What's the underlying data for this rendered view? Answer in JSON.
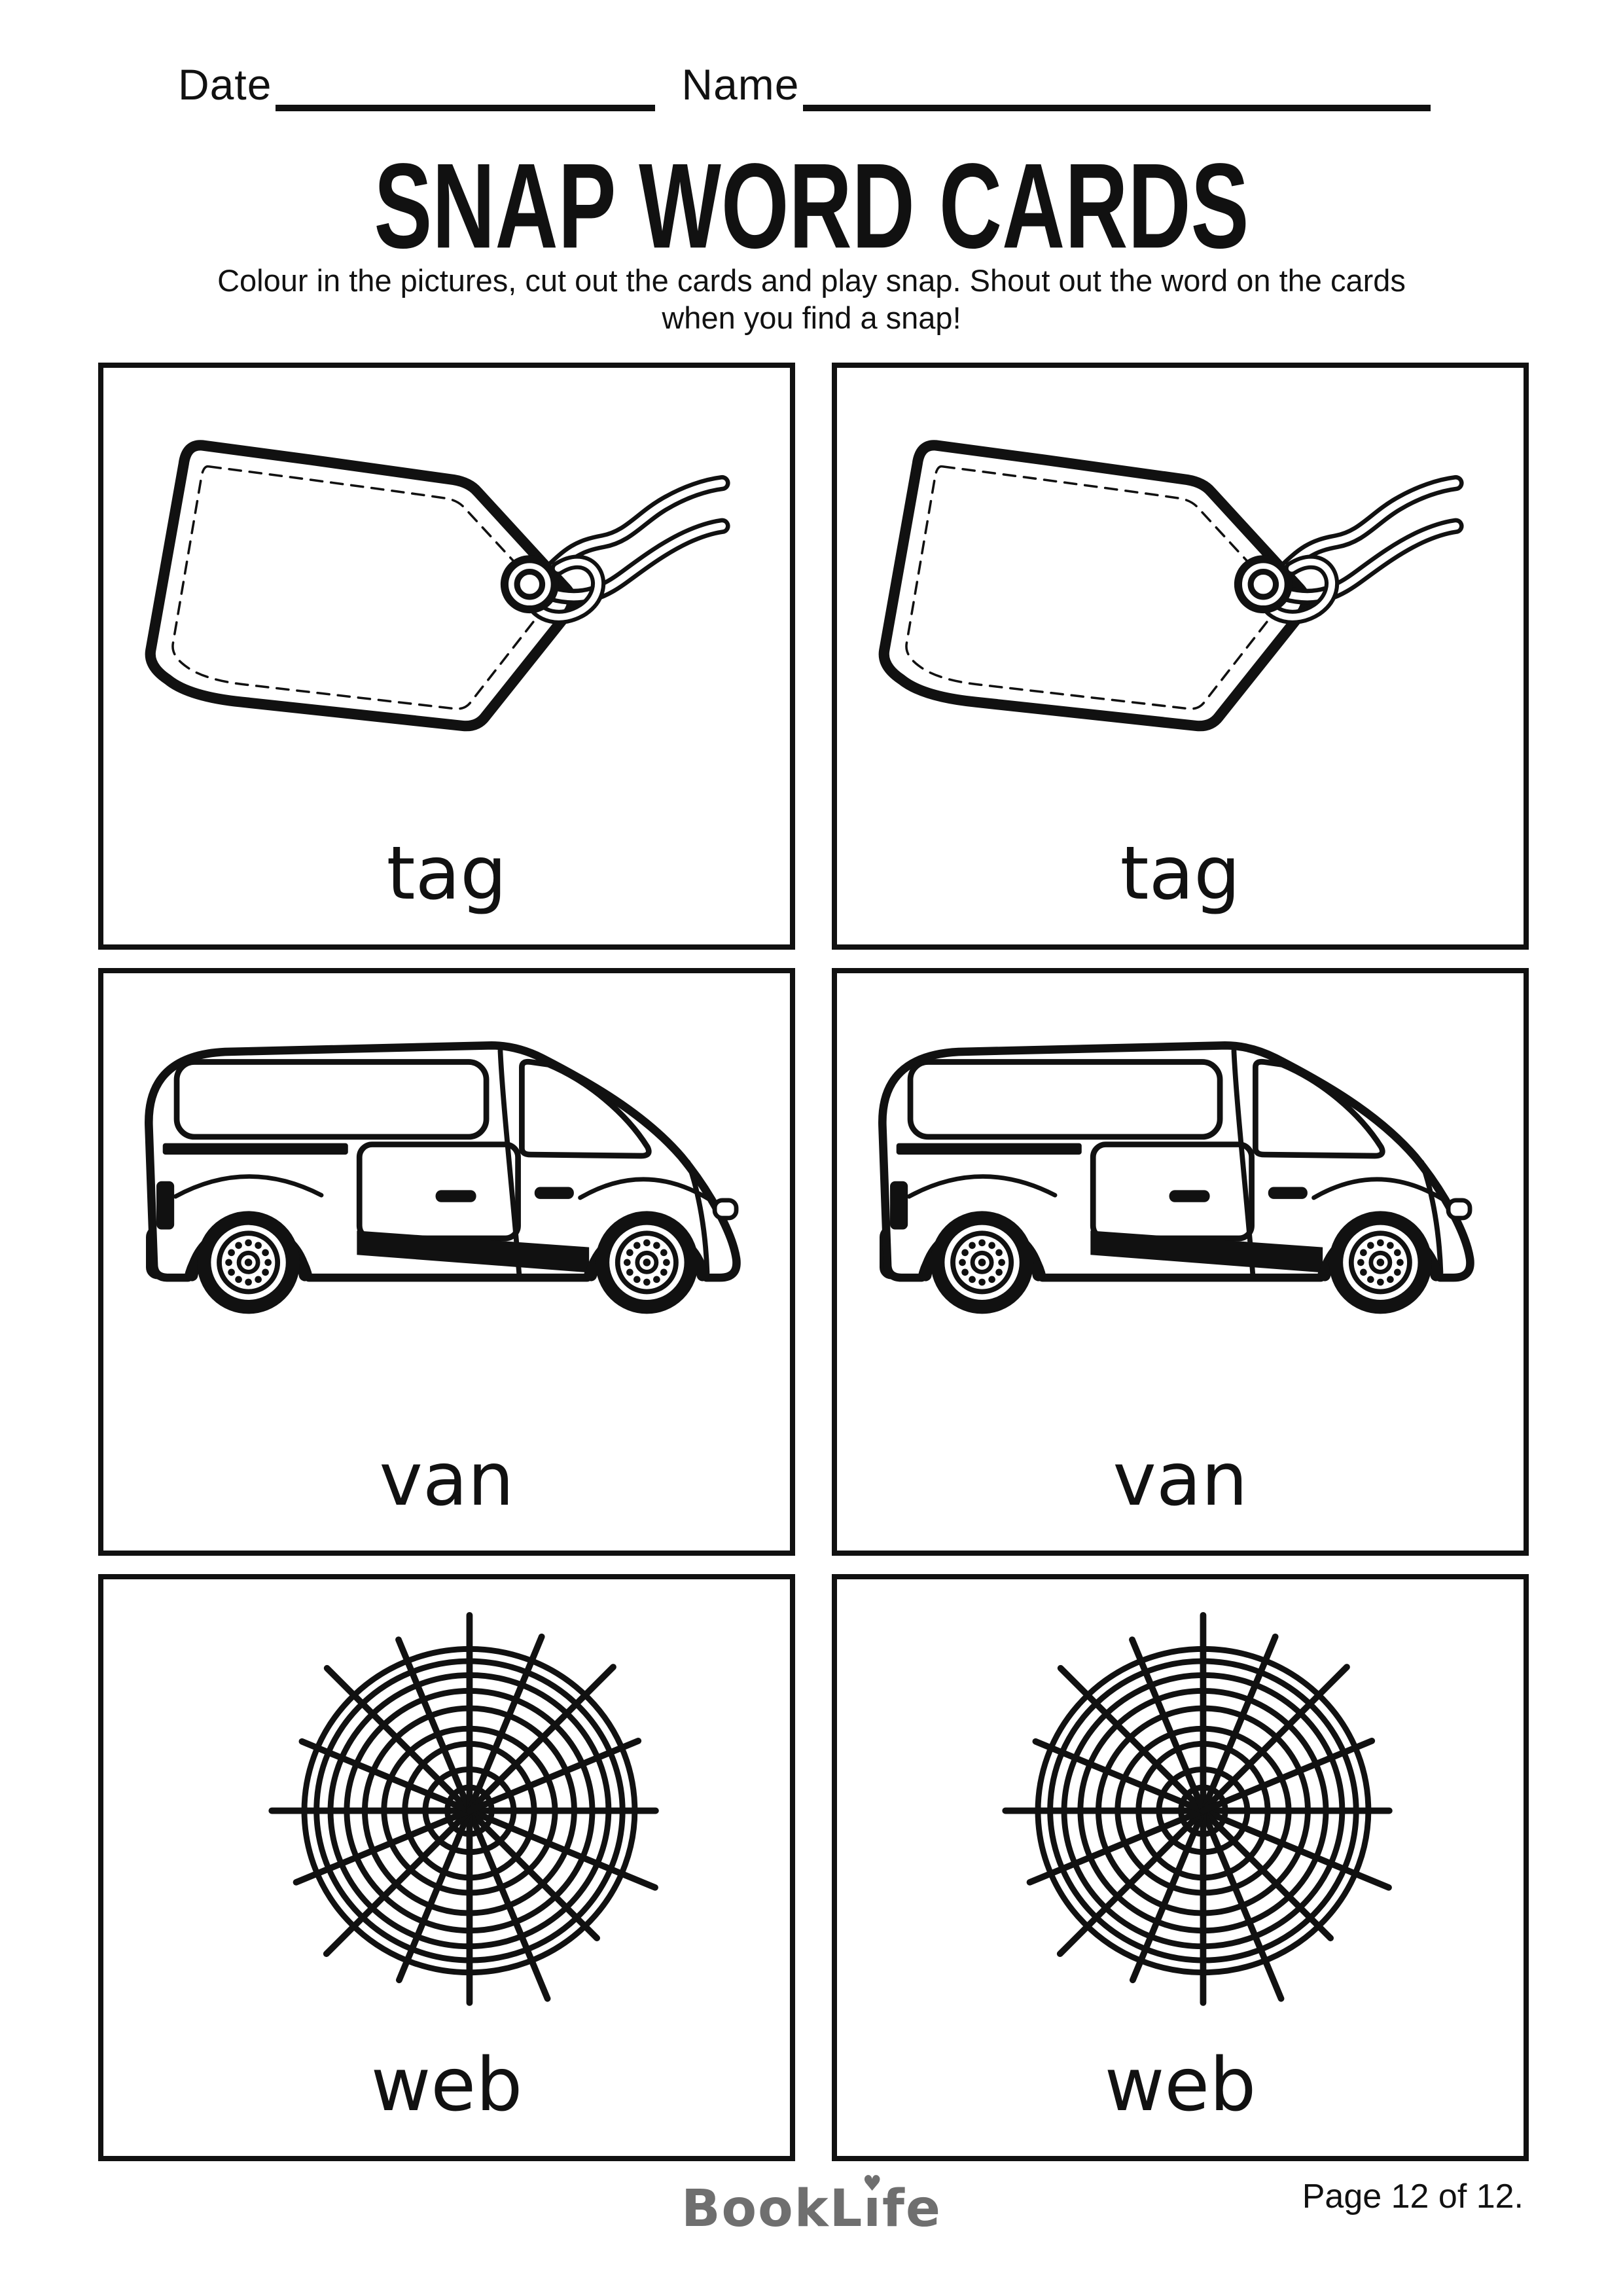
{
  "header": {
    "date_label": "Date",
    "name_label": "Name"
  },
  "title": "SNAP WORD CARDS",
  "instructions": {
    "line1": "Colour in the pictures, cut out the cards and play snap. Shout out the word on the cards",
    "line2": "when you find a snap!"
  },
  "cards": [
    {
      "word": "tag",
      "image": "tag-illustration"
    },
    {
      "word": "tag",
      "image": "tag-illustration"
    },
    {
      "word": "van",
      "image": "van-illustration"
    },
    {
      "word": "van",
      "image": "van-illustration"
    },
    {
      "word": "web",
      "image": "web-illustration"
    },
    {
      "word": "web",
      "image": "web-illustration"
    }
  ],
  "footer": {
    "brand_pre": "BookL",
    "brand_i": "ı",
    "brand_heart": "♥",
    "brand_post": "fe",
    "page_info": "Page 12 of 12."
  },
  "colors": {
    "ink": "#111111",
    "brand_gray": "#6f6f6f",
    "paper": "#ffffff"
  }
}
